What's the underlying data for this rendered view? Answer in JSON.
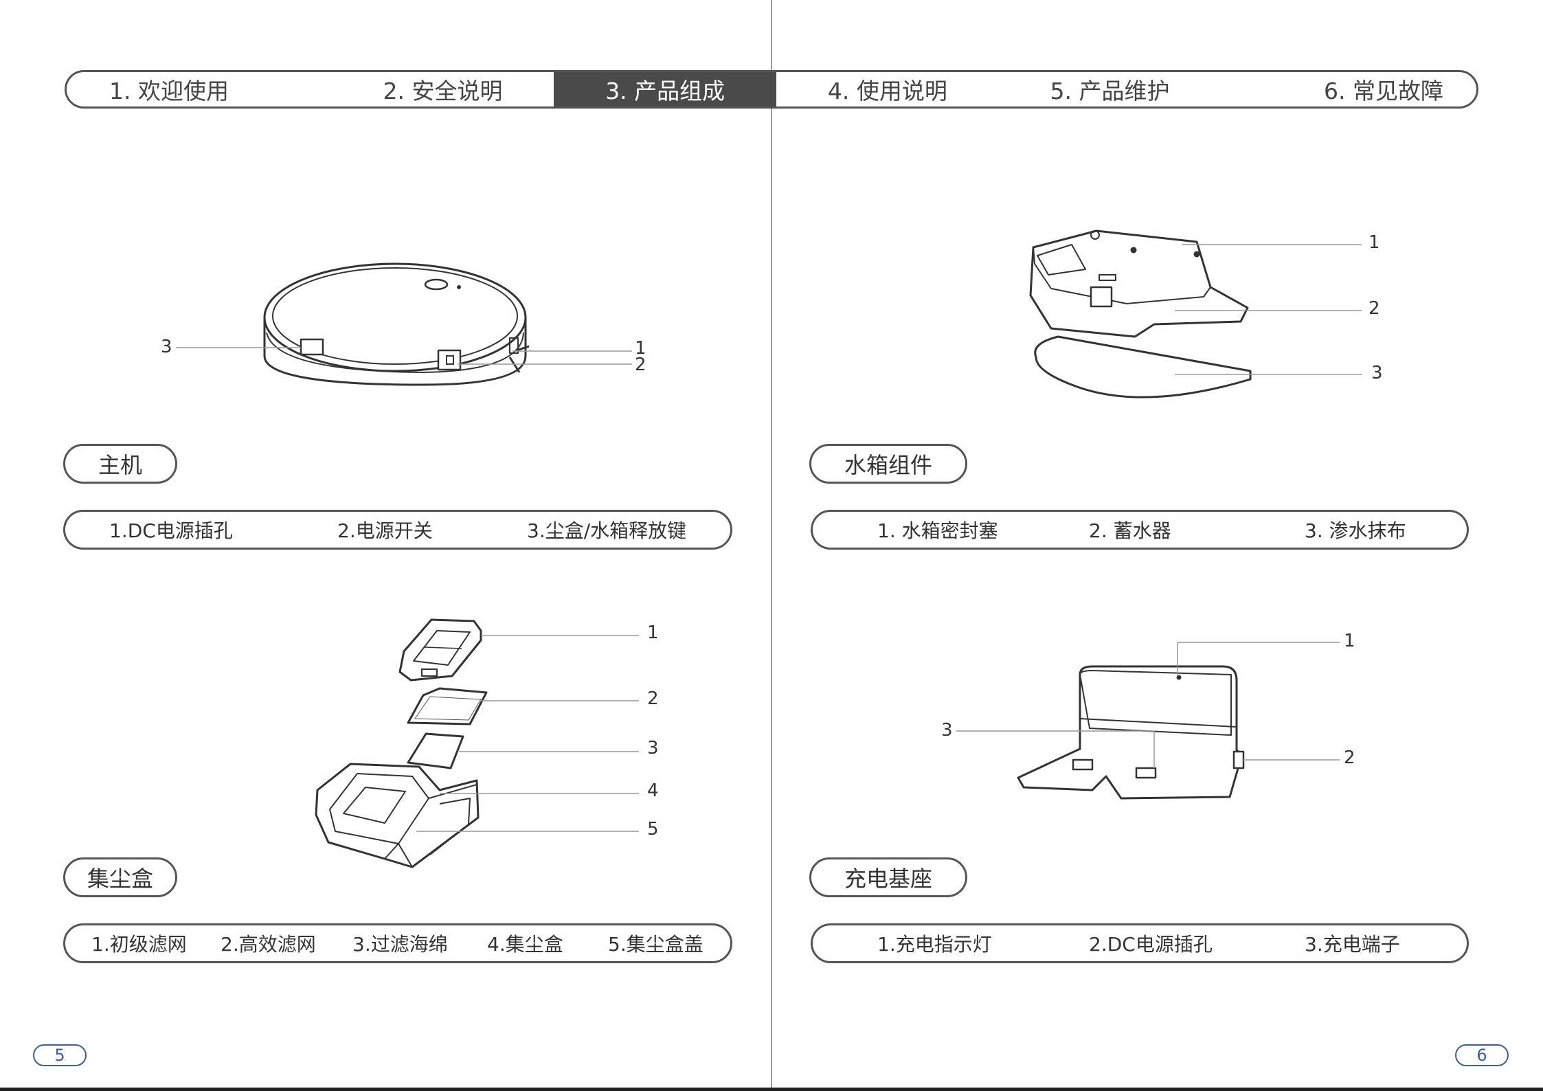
{
  "nav": {
    "tabs": [
      {
        "label": "1. 欢迎使用"
      },
      {
        "label": "2. 安全说明"
      },
      {
        "label": "3. 产品组成"
      },
      {
        "label": "4. 使用说明"
      },
      {
        "label": "5. 产品维护"
      },
      {
        "label": "6. 常见故障"
      }
    ],
    "active_index": 2
  },
  "sections": {
    "main_unit": {
      "title": "主机",
      "parts": [
        "1.DC电源插孔",
        "2.电源开关",
        "3.尘盒/水箱释放键"
      ],
      "callouts": [
        "1",
        "2",
        "3"
      ]
    },
    "dust_box": {
      "title": "集尘盒",
      "parts": [
        "1.初级滤网",
        "2.高效滤网",
        "3.过滤海绵",
        "4.集尘盒",
        "5.集尘盒盖"
      ],
      "callouts": [
        "1",
        "2",
        "3",
        "4",
        "5"
      ]
    },
    "water_tank": {
      "title": "水箱组件",
      "parts": [
        "1. 水箱密封塞",
        "2.  蓄水器",
        "3. 渗水抹布"
      ],
      "callouts": [
        "1",
        "2",
        "3"
      ]
    },
    "charging_dock": {
      "title": "充电基座",
      "parts": [
        "1.充电指示灯",
        "2.DC电源插孔",
        "3.充电端子"
      ],
      "callouts": [
        "1",
        "2",
        "3"
      ]
    }
  },
  "page_numbers": {
    "left": "5",
    "right": "6"
  },
  "colors": {
    "nav_active_bg": "#4a4a4a",
    "page_number": "#3a5da8",
    "outline": "#555555"
  }
}
